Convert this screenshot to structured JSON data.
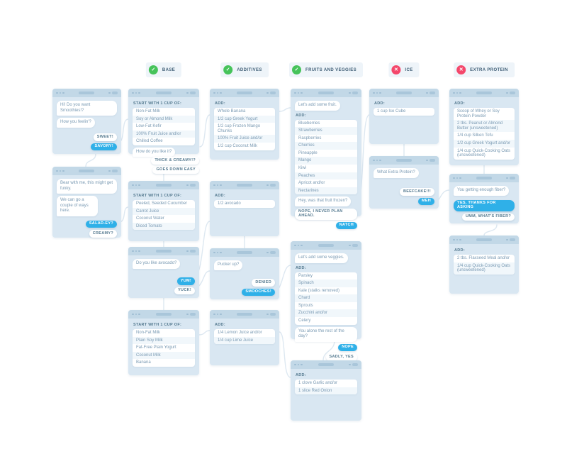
{
  "icons": {
    "complete": "✓",
    "incomplete": "✕"
  },
  "colors": {
    "card_bg": "#d9e7f2",
    "card_chrome": "#c2d8e7",
    "chip_blue": "#2fb0e8",
    "status_green": "#46c35a",
    "status_red": "#f4476b",
    "bubble_text": "#7a9ab3",
    "label_text": "#54798f"
  },
  "headers": [
    {
      "label": "BASE",
      "status": "complete"
    },
    {
      "label": "ADDITIVES",
      "status": "complete"
    },
    {
      "label": "FRUITS AND VEGGIES",
      "status": "complete"
    },
    {
      "label": "ICE",
      "status": "incomplete"
    },
    {
      "label": "EXTRA PROTEIN",
      "status": "incomplete"
    }
  ],
  "cards": {
    "chat1": {
      "name": "card-chat-intro",
      "blocks": [
        {
          "t": "bubble",
          "text": "Hi! Do you want Smoothies!?"
        },
        {
          "t": "bubble",
          "text": "How you feelin'?"
        },
        {
          "t": "grow"
        },
        {
          "t": "chips",
          "items": [
            {
              "label": "SWEET!",
              "style": "white"
            },
            {
              "label": "SAVORY!",
              "style": "blue"
            }
          ]
        }
      ]
    },
    "chat2": {
      "name": "card-chat-funky",
      "blocks": [
        {
          "t": "bubble",
          "text": "Bear with me, this might get funky."
        },
        {
          "t": "bubble",
          "narrow": true,
          "text": "We can go a couple of ways here."
        },
        {
          "t": "grow"
        },
        {
          "t": "chips",
          "items": [
            {
              "label": "SALAD-EY?",
              "style": "blue"
            },
            {
              "label": "CREAMY?",
              "style": "white"
            }
          ]
        }
      ]
    },
    "base1": {
      "name": "card-base-creamy",
      "blocks": [
        {
          "t": "label",
          "text": "START WITH 1 CUP OF:"
        },
        {
          "t": "list",
          "items": [
            "Non-Fat Milk",
            "Soy or Almond Milk",
            "Low-Fat Kefir",
            "100% Fruit Juice and/or",
            "Chilled Coffee"
          ]
        },
        {
          "t": "bubble",
          "text": "How do you like it?"
        }
      ]
    },
    "base2": {
      "name": "card-base-salady",
      "blocks": [
        {
          "t": "label",
          "text": "START WITH 1 CUP OF:"
        },
        {
          "t": "list",
          "items": [
            "Peeled, Seeded Cucumber",
            "Carrot Juice",
            "Coconut Water",
            "Diced Tomato"
          ]
        }
      ]
    },
    "base3": {
      "name": "card-avocado-question",
      "blocks": [
        {
          "t": "bubble",
          "text": "Do you like avocado?"
        },
        {
          "t": "grow"
        },
        {
          "t": "chips",
          "items": [
            {
              "label": "YUM!",
              "style": "blue"
            },
            {
              "label": "YUCK!",
              "style": "white"
            }
          ]
        }
      ]
    },
    "base4": {
      "name": "card-base-thick",
      "blocks": [
        {
          "t": "label",
          "text": "START WITH 1 CUP OF:"
        },
        {
          "t": "list",
          "items": [
            "Non-Fat Milk",
            "Plain Soy Milk",
            "Fat-Free Plain Yogurt",
            "Coconut Milk",
            "Banana"
          ]
        }
      ]
    },
    "add1": {
      "name": "card-additives-creamy",
      "blocks": [
        {
          "t": "label",
          "text": "ADD:"
        },
        {
          "t": "list",
          "items": [
            "Whole Banana",
            "1/2 cup Greek Yogurt",
            "1/2 cup Frozen Mango Chunks",
            "100% Fruit Juice and/or",
            "1/2 cup Coconut Milk"
          ]
        }
      ]
    },
    "add2": {
      "name": "card-additives-avocado",
      "blocks": [
        {
          "t": "label",
          "text": "ADD:"
        },
        {
          "t": "list",
          "items": [
            "1/2 avocado"
          ]
        }
      ]
    },
    "add3": {
      "name": "card-pucker-question",
      "blocks": [
        {
          "t": "bubble",
          "text": "Pucker up?"
        },
        {
          "t": "grow"
        },
        {
          "t": "chips",
          "items": [
            {
              "label": "DENIED",
              "style": "white"
            },
            {
              "label": "SMOOCHES!",
              "style": "blue"
            }
          ]
        }
      ]
    },
    "add4": {
      "name": "card-additives-citrus",
      "blocks": [
        {
          "t": "label",
          "text": "ADD:"
        },
        {
          "t": "list",
          "items": [
            "1/4 Lemon Juice and/or",
            "1/4 cup Lime Juice"
          ]
        }
      ]
    },
    "fruit1": {
      "name": "card-fruit-list",
      "blocks": [
        {
          "t": "bubble",
          "text": "Let's add some fruit."
        },
        {
          "t": "label",
          "text": "ADD:"
        },
        {
          "t": "list",
          "items": [
            "Blueberries",
            "Strawberries",
            "Raspberries",
            "Cherries",
            "Pineapple",
            "Mango",
            "Kiwi",
            "Peaches",
            "Apricot and/or",
            "Nectarines"
          ]
        },
        {
          "t": "bubble",
          "text": "Hey, was that fruit frozen?"
        },
        {
          "t": "chips",
          "items": [
            {
              "label": "NOPE, I NEVER PLAN AHEAD.",
              "style": "white"
            },
            {
              "label": "NATCH",
              "style": "blue"
            }
          ]
        }
      ]
    },
    "fruit2": {
      "name": "card-veggie-list",
      "blocks": [
        {
          "t": "bubble",
          "text": "Let's add some veggies."
        },
        {
          "t": "label",
          "text": "ADD:"
        },
        {
          "t": "list",
          "items": [
            "Parsley",
            "Spinach",
            "Kale (stalks removed)",
            "Chard",
            "Sprouts",
            "Zucchini and/or",
            "Celery"
          ]
        },
        {
          "t": "bubble",
          "text": "You alone the rest of the day?"
        },
        {
          "t": "chips",
          "items": [
            {
              "label": "NOPE",
              "style": "blue"
            },
            {
              "label": "SADLY, YES",
              "style": "white"
            }
          ]
        }
      ]
    },
    "fruit3": {
      "name": "card-savory-extras",
      "blocks": [
        {
          "t": "label",
          "text": "ADD:"
        },
        {
          "t": "list",
          "items": [
            "1 clove Garlic and/or",
            "1 slice Red Onion"
          ]
        }
      ]
    },
    "ice1": {
      "name": "card-ice",
      "blocks": [
        {
          "t": "label",
          "text": "ADD:"
        },
        {
          "t": "list",
          "items": [
            "1 cup Ice Cube"
          ]
        }
      ]
    },
    "ice2": {
      "name": "card-protein-question",
      "blocks": [
        {
          "t": "bubble",
          "text": "What Extra Protein?"
        },
        {
          "t": "grow"
        },
        {
          "t": "chips",
          "items": [
            {
              "label": "BEEFCAKE!!!",
              "style": "white"
            },
            {
              "label": "MEH",
              "style": "blue"
            }
          ]
        }
      ]
    },
    "prot1": {
      "name": "card-protein-list",
      "blocks": [
        {
          "t": "label",
          "text": "ADD:"
        },
        {
          "t": "list",
          "items": [
            "Scoop of Whey or Soy Protein Powder",
            "2 tbs. Peanut or Almond Butter (unsweetened)",
            "1/4 cup Silken Tofu",
            "1/2 cup Greek Yogurt and/or",
            "1/4 cup Quick-Cooking Oats (unsweetened)"
          ]
        }
      ]
    },
    "prot2": {
      "name": "card-fiber-question",
      "blocks": [
        {
          "t": "bubble",
          "text": "You getting enough fiber?"
        },
        {
          "t": "grow"
        },
        {
          "t": "chips",
          "items": [
            {
              "label": "YES, THANKS FOR ASKING",
              "style": "blue"
            },
            {
              "label": "UMM, WHAT'S FIBER?",
              "style": "white"
            }
          ]
        }
      ]
    },
    "prot3": {
      "name": "card-fiber-list",
      "blocks": [
        {
          "t": "label",
          "text": "ADD:"
        },
        {
          "t": "list",
          "items": [
            "2 tbs. Flaxseed Meal and/or",
            "1/4 cup Quick-Cooking Oats (unsweetened)"
          ]
        }
      ]
    }
  },
  "outside_chips": {
    "base1_out": [
      {
        "label": "THICK & CREAMY!?",
        "style": "white"
      },
      {
        "label": "GOES DOWN EASY",
        "style": "white"
      }
    ]
  }
}
